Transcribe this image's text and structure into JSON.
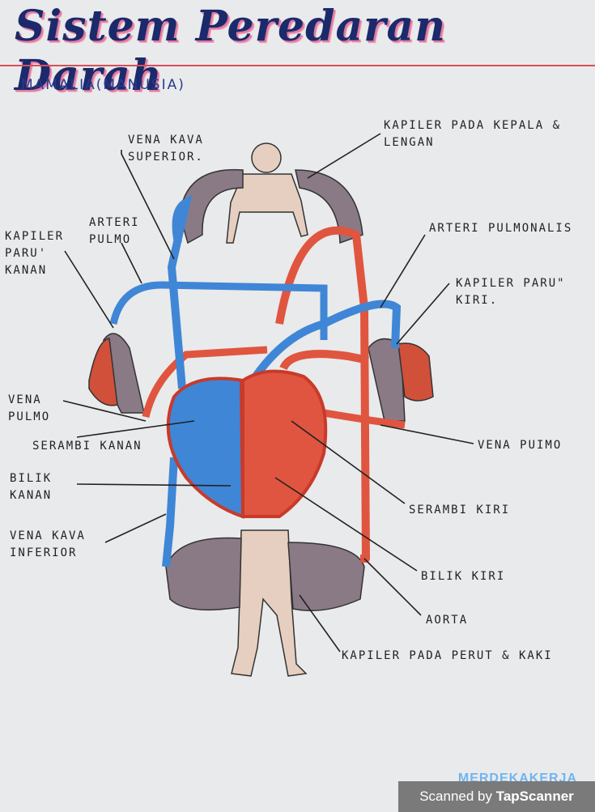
{
  "title": "Sistem Peredaran Darah",
  "subtitle": "MAMALIA(MANUSIA)",
  "labels": {
    "vena_kava_superior": "VENA KAVA\nSUPERIOR.",
    "kapiler_kepala": "KAPILER PADA KEPALA &\nLENGAN",
    "arteri_pulmo": "ARTERI\nPULMO",
    "kapiler_paru_kanan": "KAPILER\nPARU'\nKANAN",
    "arteri_pulmonalis": "ARTERI PULMONALIS",
    "kapiler_paru_kiri": "KAPILER PARU\"\nKIRI.",
    "vena_pulmo_left": "VENA\nPULMO",
    "serambi_kanan": "SERAMBI KANAN",
    "vena_pulmo_right": "VENA PUIMO",
    "bilik_kanan": "BILIK\nKANAN",
    "serambi_kiri": "SERAMBI KIRI",
    "vena_kava_inferior": "VENA KAVA\nINFERIOR",
    "bilik_kiri": "BILIK KIRI",
    "aorta": "AORTA",
    "kapiler_perut": "KAPILER PADA PERUT & KAKI"
  },
  "footer": {
    "scanned_text": "Scanned by",
    "scanner_name": "TapScanner",
    "watermark": "MERDEKAKERJA"
  },
  "colors": {
    "artery_red": "#e0553f",
    "vein_blue": "#3f86d6",
    "capillary": "#8a7a86",
    "body_skin": "#e6cfc0"
  }
}
